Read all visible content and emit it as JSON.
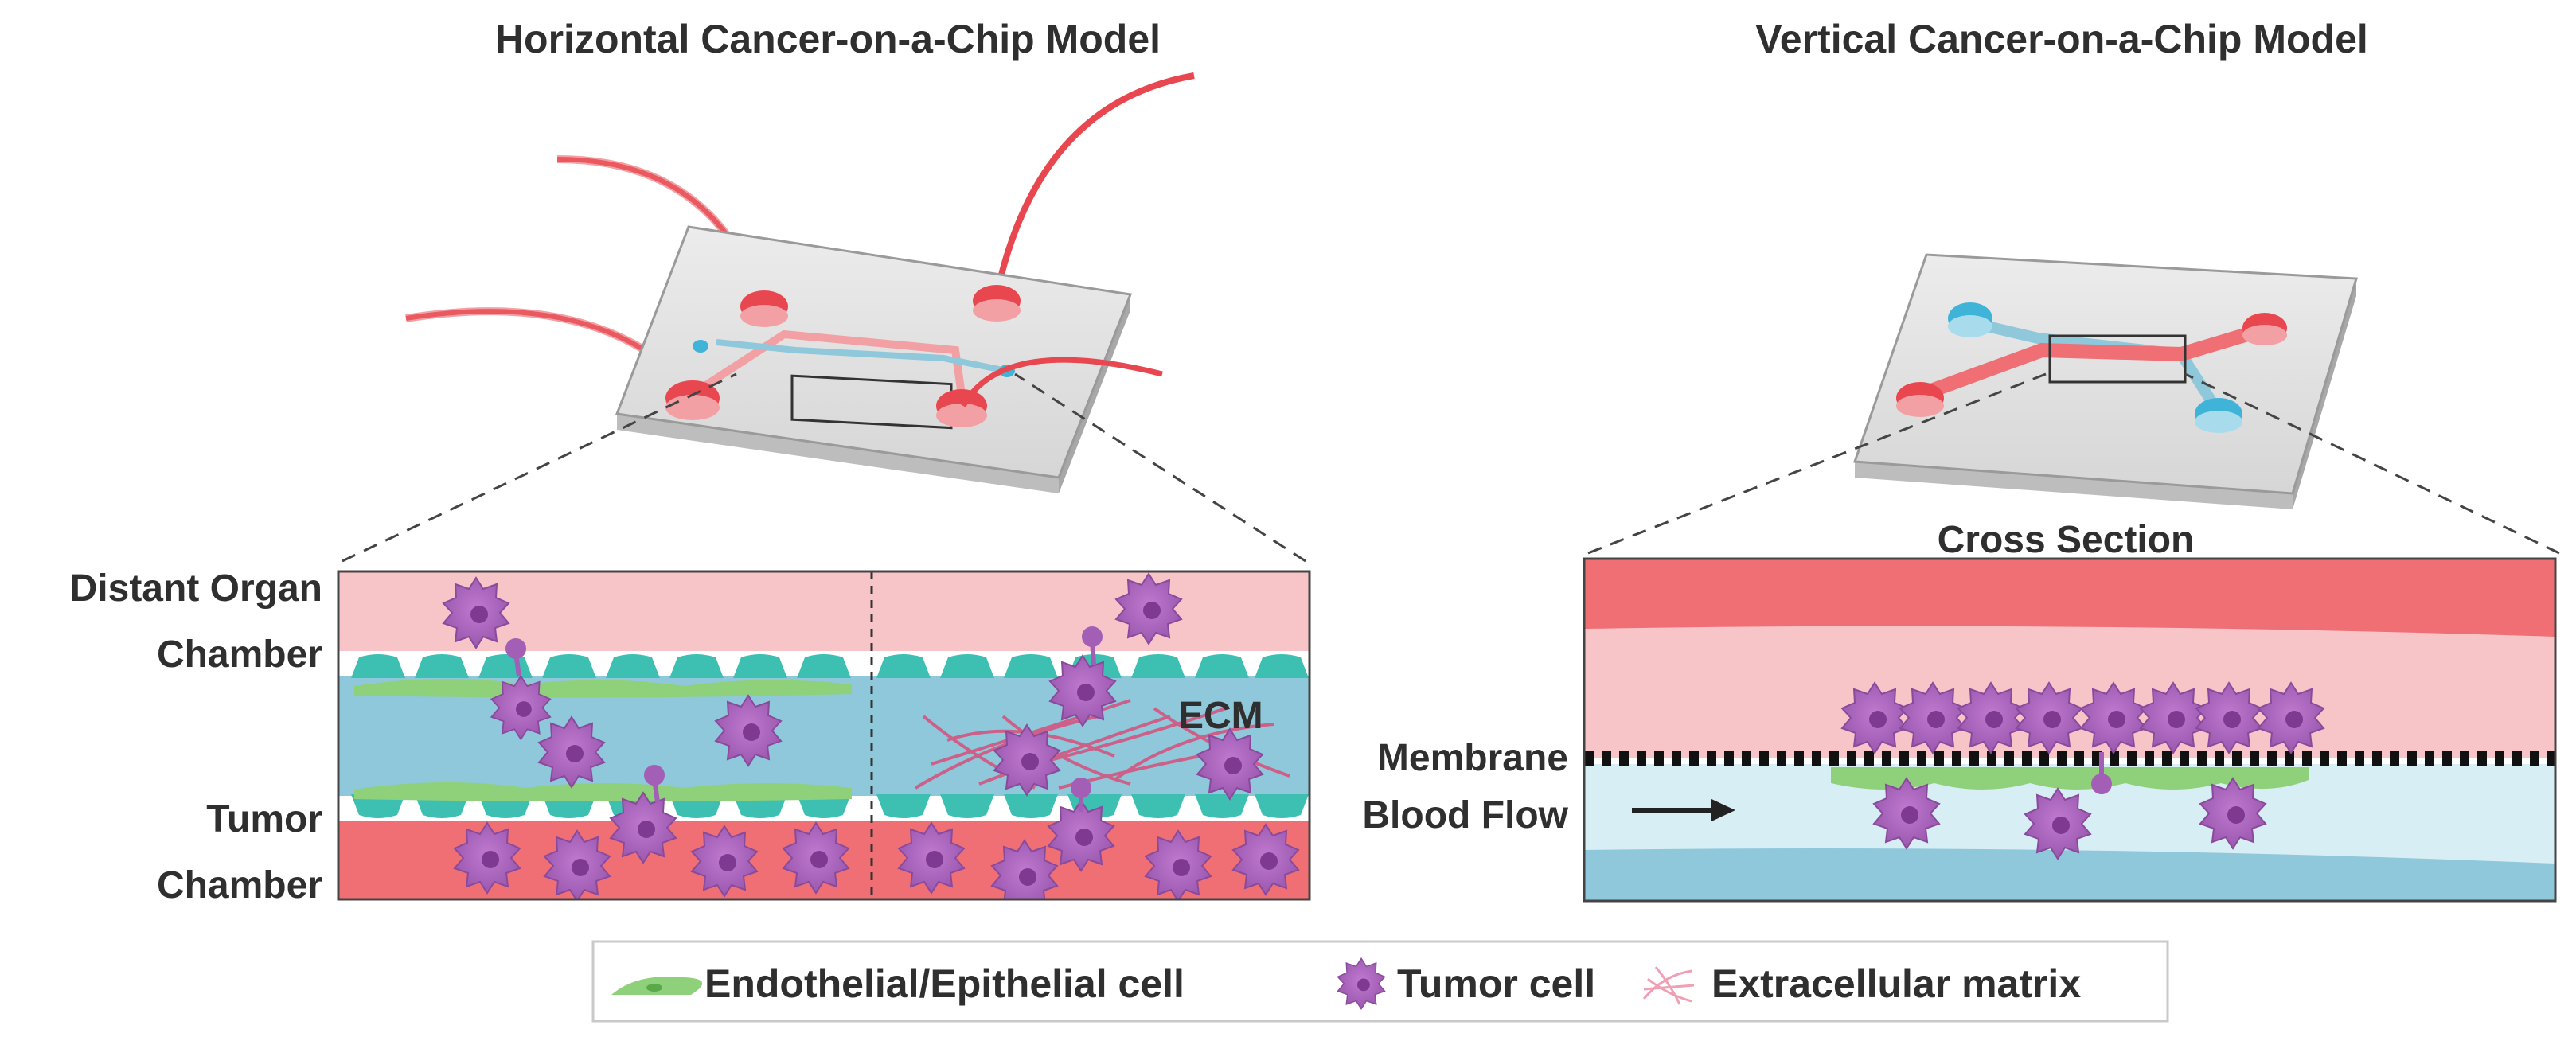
{
  "titles": {
    "horizontal": "Horizontal Cancer-on-a-Chip Model",
    "vertical": "Vertical Cancer-on-a-Chip Model"
  },
  "horizontal_labels": {
    "distant_organ_line1": "Distant Organ",
    "distant_organ_line2": "Chamber",
    "tumor_line1": "Tumor",
    "tumor_line2": "Chamber",
    "ecm": "ECM"
  },
  "vertical_labels": {
    "cross_section": "Cross Section",
    "membrane": "Membrane",
    "blood_flow": "Blood Flow"
  },
  "legend": {
    "endothelial": "Endothelial/Epithelial  cell",
    "tumor": "Tumor cell",
    "ecm": "Extracellular matrix"
  },
  "colors": {
    "pink_chamber": "#f7c4c8",
    "red_chamber": "#ef6f74",
    "blue_chamber": "#8ec8da",
    "light_blue": "#d8eef5",
    "teal_cell": "#3dbfb2",
    "green_cell": "#8fd17a",
    "tumor_purple": "#a35fb6",
    "tube_red": "#e8474f",
    "inlet_blue": "#3fb3d8"
  }
}
